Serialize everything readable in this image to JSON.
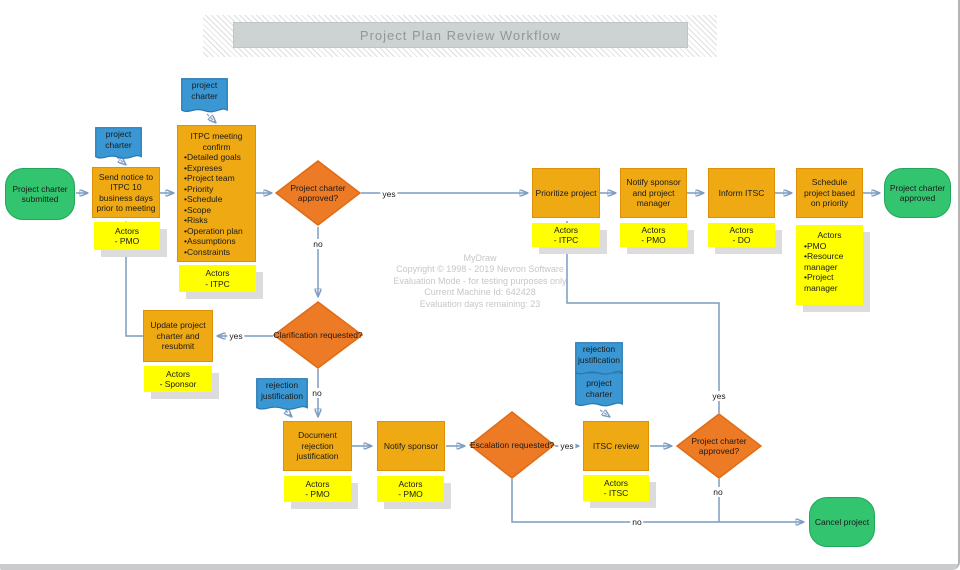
{
  "banner": {
    "title": "Project Plan Review Workflow"
  },
  "watermark": {
    "line1": "MyDraw",
    "line2": "Copyright © 1998 - 2019 Nevron Software",
    "line3": "Evaluation Mode - for testing purposes only",
    "line4": "Current Machine Id: 642428",
    "line5": "Evaluation days remaining: 23"
  },
  "terminators": {
    "start": "Project charter submitted",
    "approved": "Project charter approved",
    "cancel": "Cancel project"
  },
  "processes": {
    "send_notice": "Send notice to ITPC 10 business days prior to meeting",
    "itpc_meeting_title": "ITPC meeting confirm",
    "itpc_meeting_items": "•Detailed goals\n•Expreses\n•Project team\n•Priority\n•Schedule\n•Scope\n•Risks\n•Operation plan\n•Assumptions\n•Constraints",
    "update_charter": "Update project charter and resubmit",
    "prioritize": "Prioritize project",
    "notify_sponsor_pm": "Notify sponsor and project manager",
    "inform_itsc": "Inform ITSC",
    "schedule": "Schedule project based on priority",
    "document_rejection": "Document rejection justification",
    "notify_sponsor": "Notify sponsor",
    "itsc_review": "ITSC review"
  },
  "decisions": {
    "charter_approved_1": "Project charter approved?",
    "clarification": "Clarification requested?",
    "escalation": "Escalation requested?",
    "charter_approved_2": "Project charter approved?"
  },
  "documents": {
    "charter_1": "project charter",
    "charter_2": "project charter",
    "rejection_1": "rejection justification",
    "rejection_2": "rejection justification",
    "charter_3": "project charter"
  },
  "notes": {
    "send_notice": "Actors\n- PMO",
    "itpc_meeting": "Actors\n- ITPC",
    "prioritize": "Actors\n- ITPC",
    "notify_sponsor_pm": "Actors\n- PMO",
    "inform_itsc": "Actors\n- DO",
    "schedule_title": "Actors",
    "schedule_items": "•PMO\n•Resource manager\n•Project manager",
    "update_charter": "Actors\n- Sponsor",
    "document_rejection": "Actors\n- PMO",
    "notify_sponsor": "Actors\n- PMO",
    "itsc_review": "Actors\n- ITSC"
  },
  "edge_labels": {
    "yes_1": "yes",
    "no_1": "no",
    "yes_2": "yes",
    "no_2": "no",
    "yes_3": "yes",
    "no_3": "no",
    "yes_4": "yes",
    "no_4": "no"
  },
  "colors": {
    "process": "#EFA912",
    "process_border": "#DE9108",
    "decision": "#ED7A24",
    "terminator": "#33C46F",
    "note": "#FFFF00",
    "document": "#3A97D3",
    "connector": "#7D9CC2",
    "arrowhead": "#2A5E9C"
  }
}
